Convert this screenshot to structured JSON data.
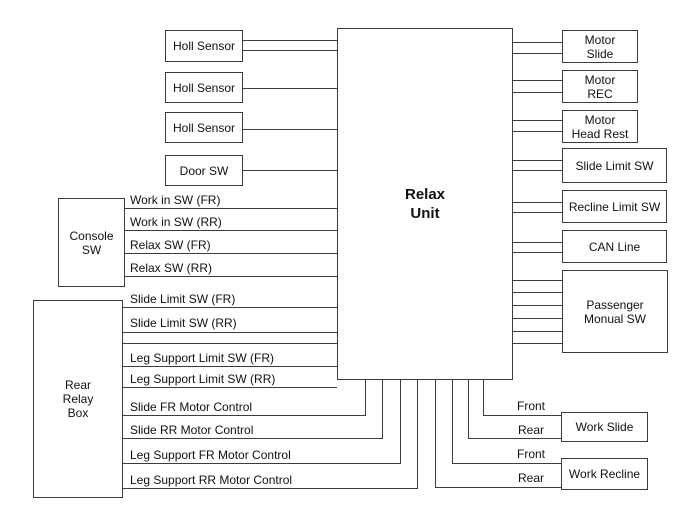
{
  "boxes": {
    "relax_unit": {
      "lines": [
        "Relax",
        "Unit"
      ]
    },
    "holl_sensor_1": {
      "label": "Holl Sensor"
    },
    "holl_sensor_2": {
      "label": "Holl Sensor"
    },
    "holl_sensor_3": {
      "label": "Holl Sensor"
    },
    "door_sw": {
      "label": "Door SW"
    },
    "console_sw": {
      "lines": [
        "Console",
        "SW"
      ]
    },
    "rear_relay_box": {
      "lines": [
        "Rear",
        "Relay",
        "Box"
      ]
    },
    "motor_slide": {
      "lines": [
        "Motor",
        "Slide"
      ]
    },
    "motor_rec": {
      "lines": [
        "Motor",
        "REC"
      ]
    },
    "motor_head_rest": {
      "lines": [
        "Motor",
        "Head Rest"
      ]
    },
    "slide_limit_sw": {
      "label": "Slide Limit SW"
    },
    "recline_limit_sw": {
      "label": "Recline Limit SW"
    },
    "can_line": {
      "label": "CAN Line"
    },
    "passenger_monual_sw": {
      "lines": [
        "Passenger",
        "Monual SW"
      ]
    },
    "work_slide": {
      "label": "Work Slide"
    },
    "work_recline": {
      "label": "Work Recline"
    }
  },
  "wire_labels": {
    "console": [
      "Work in SW (FR)",
      "Work in SW (RR)",
      "Relax SW (FR)",
      "Relax SW (RR)"
    ],
    "relay": [
      "Slide Limit SW (FR)",
      "Slide Limit SW (RR)",
      "Leg Support Limit SW (FR)",
      "Leg Support Limit SW (RR)",
      "Slide FR Motor Control",
      "Slide RR Motor Control",
      "Leg Support FR Motor Control",
      "Leg Support RR Motor Control"
    ],
    "front_rear": [
      "Front",
      "Rear",
      "Front",
      "Rear"
    ]
  },
  "colors": {
    "line": "#3c3c3c",
    "text": "#111111",
    "background": "#ffffff"
  }
}
